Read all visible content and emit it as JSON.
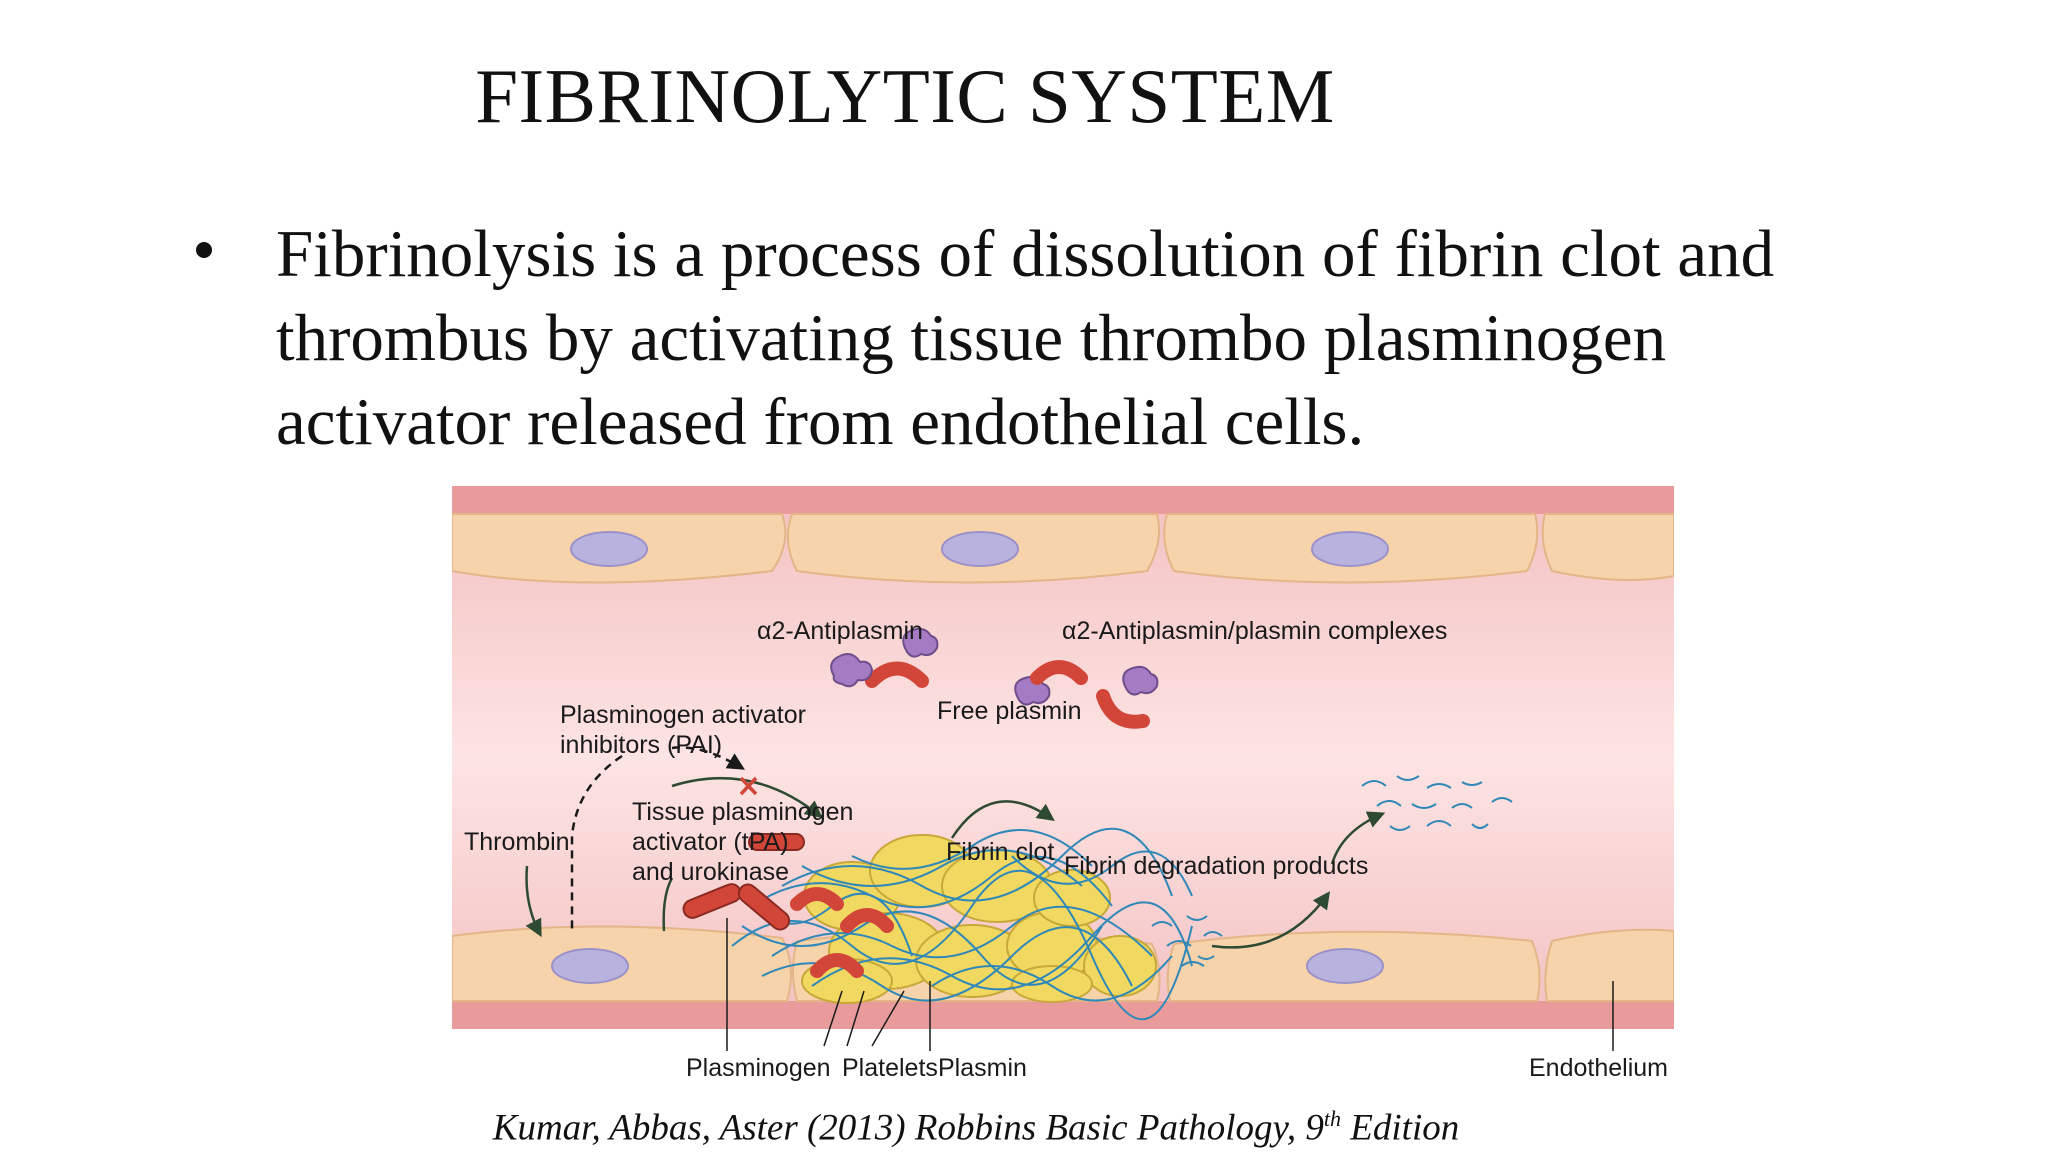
{
  "slide": {
    "title": "FIBRINOLYTIC SYSTEM",
    "bullet": "Fibrinolysis is a process of dissolution of fibrin clot and thrombus by activating tissue thrombo plasminogen activator released from endothelial cells."
  },
  "figure": {
    "labels": {
      "alpha_antiplasmin": "α2-Antiplasmin",
      "complexes": "α2-Antiplasmin/plasmin complexes",
      "free_plasmin": "Free plasmin",
      "pai_line1": "Plasminogen activator",
      "pai_line2": "inhibitors (PAI)",
      "tpa_line1": "Tissue plasminogen",
      "tpa_line2": "activator (tPA)",
      "tpa_line3": "and urokinase",
      "thrombin": "Thrombin",
      "fibrin_clot": "Fibrin clot",
      "degradation": "Fibrin degradation products",
      "plasminogen": "Plasminogen",
      "platelets": "Platelets",
      "plasmin": "Plasmin",
      "endothelium": "Endothelium"
    },
    "colors": {
      "vessel": "#f3c7c7",
      "cell": "#f6d3aa",
      "nucleus": "#b9b2de",
      "clot": "#f1d860",
      "plasmin": "#d2463a",
      "antiplasmin": "#a57bc4",
      "fibrin": "#2f88b8"
    }
  },
  "citation": {
    "main": "Kumar, Abbas, Aster (2013) Robbins Basic Pathology, 9",
    "sup": "th",
    "tail": " Edition"
  }
}
